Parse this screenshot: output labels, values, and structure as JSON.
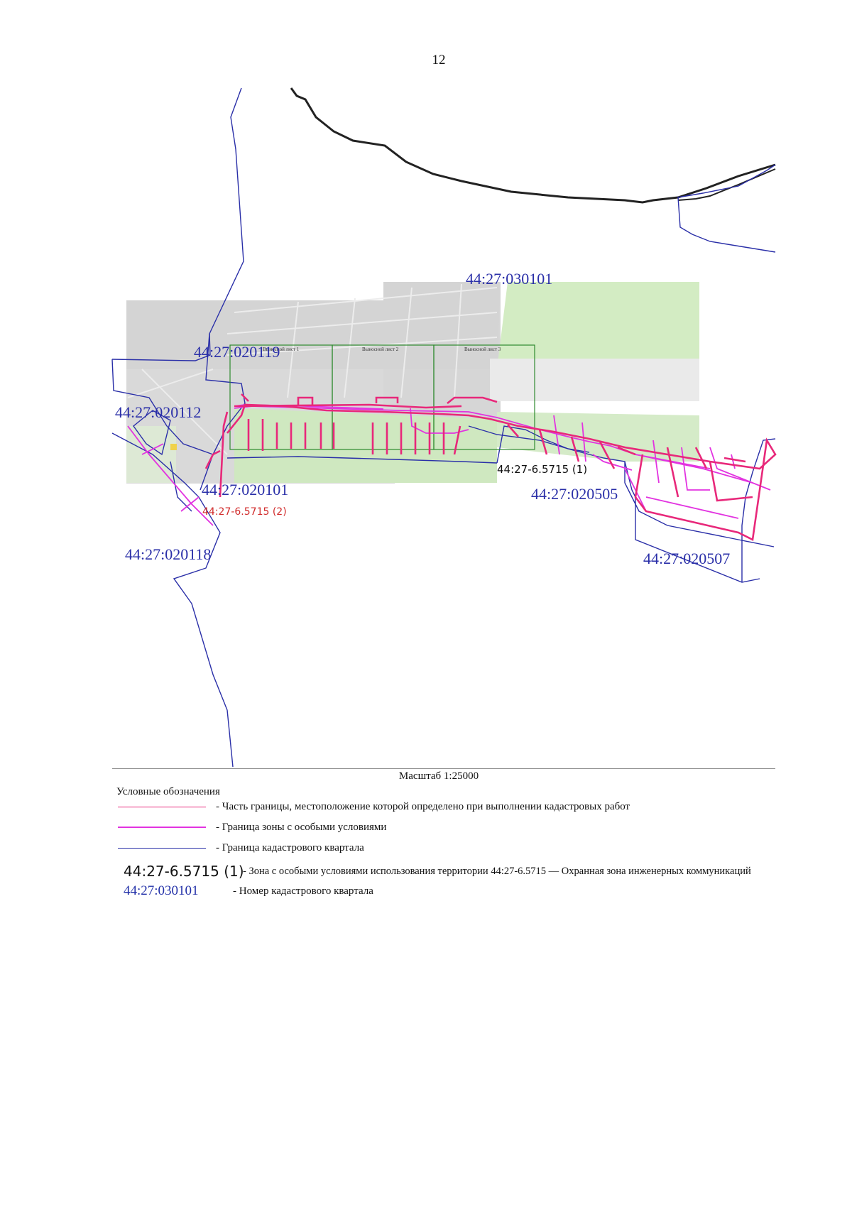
{
  "page_number": "12",
  "map": {
    "quarter_labels": [
      "44:27:030101",
      "44:27:020119",
      "44:27:020112",
      "44:27:020101",
      "44:27:020118",
      "44:27:020505",
      "44:27:020507"
    ],
    "zone_label_1": "44:27-6.5715 (1)",
    "zone_label_2": "44:27-6.5715 (2)",
    "sheet_labels": [
      "Выносной лист 1",
      "Выносной лист 2",
      "Выносной лист 3"
    ],
    "colors": {
      "survey_boundary": "#e8287a",
      "zone_boundary": "#e233e0",
      "quarter_boundary": "#2a2fa8",
      "zone2_text": "#d12b2b",
      "sheet_frame": "#2f8a2f",
      "river": "#222222"
    }
  },
  "scale": "Масштаб 1:25000",
  "legend": {
    "title": "Условные обозначения",
    "items": [
      {
        "text": "- Часть границы, местоположение которой определено при выполнении кадастровых работ"
      },
      {
        "text": "- Граница зоны с особыми условиями"
      },
      {
        "text": "- Граница кадастрового квартала"
      }
    ],
    "zone_code": "44:27-6.5715 (1)",
    "zone_text": "- Зона с особыми условиями использования территории 44:27-6.5715 — Охранная зона инженерных коммуникаций",
    "quarter_code": "44:27:030101",
    "quarter_text": "- Номер кадастрового квартала"
  }
}
